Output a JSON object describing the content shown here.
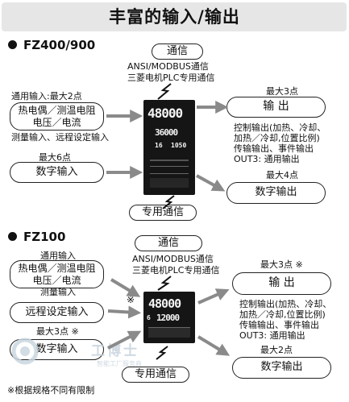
{
  "title": "丰富的输入/输出",
  "sections": {
    "fz400": {
      "heading": "FZ400/900",
      "comm_box": "通信",
      "comm_desc_1": "ANSI/MODBUS通信",
      "comm_desc_2": "三菱电机PLC专用通信",
      "input_caption": "通用输入:最大2点",
      "input_box_line1": "热电偶／测温电阻",
      "input_box_line2": "电压／电流",
      "input_extra": "测量输入、远程设定输入",
      "digital_in_caption": "最大6点",
      "digital_in_box": "数字输入",
      "output_caption": "最大3点",
      "output_box": "输  出",
      "output_desc": [
        "控制输出(加热、冷却、",
        "加热／冷却,位置比例)",
        "传输输出、事件输出",
        "OUT3: 通用输出"
      ],
      "digital_out_caption": "最大4点",
      "digital_out_box": "数字输出",
      "special_comm_box": "专用通信",
      "display": {
        "pv": "48000",
        "sv": "36000",
        "small_a": "16",
        "small_b": "1050"
      }
    },
    "fz100": {
      "heading": "FZ100",
      "comm_box": "通信",
      "comm_desc_1": "ANSI/MODBUS通信",
      "comm_desc_2": "三菱电机PLC专用通信",
      "input_caption": "通用输入",
      "input_box_line1": "热电偶／测温电阻",
      "input_box_line2": "电压／电流",
      "input_extra": "测量输入",
      "remote_box": "远程设定输入",
      "remote_mark": "※",
      "digital_in_caption": "最大3点 ※",
      "digital_in_box": "数字输入",
      "output_caption": "最大3点 ※",
      "output_box": "输  出",
      "output_desc": [
        "控制输出(加热、冷却、",
        "加热／冷却,位置比例)",
        "传输输出、事件输出",
        "OUT3: 通用输出"
      ],
      "digital_out_caption": "最大2点",
      "digital_out_box": "数字输出",
      "special_comm_box": "专用通信",
      "display": {
        "pv": "48000",
        "sv": "12000",
        "small_a": "6"
      }
    }
  },
  "footnote": "※根据规格不同有限制",
  "watermark": {
    "logo_text": "工博士",
    "subtitle": "智能工厂服务商"
  }
}
